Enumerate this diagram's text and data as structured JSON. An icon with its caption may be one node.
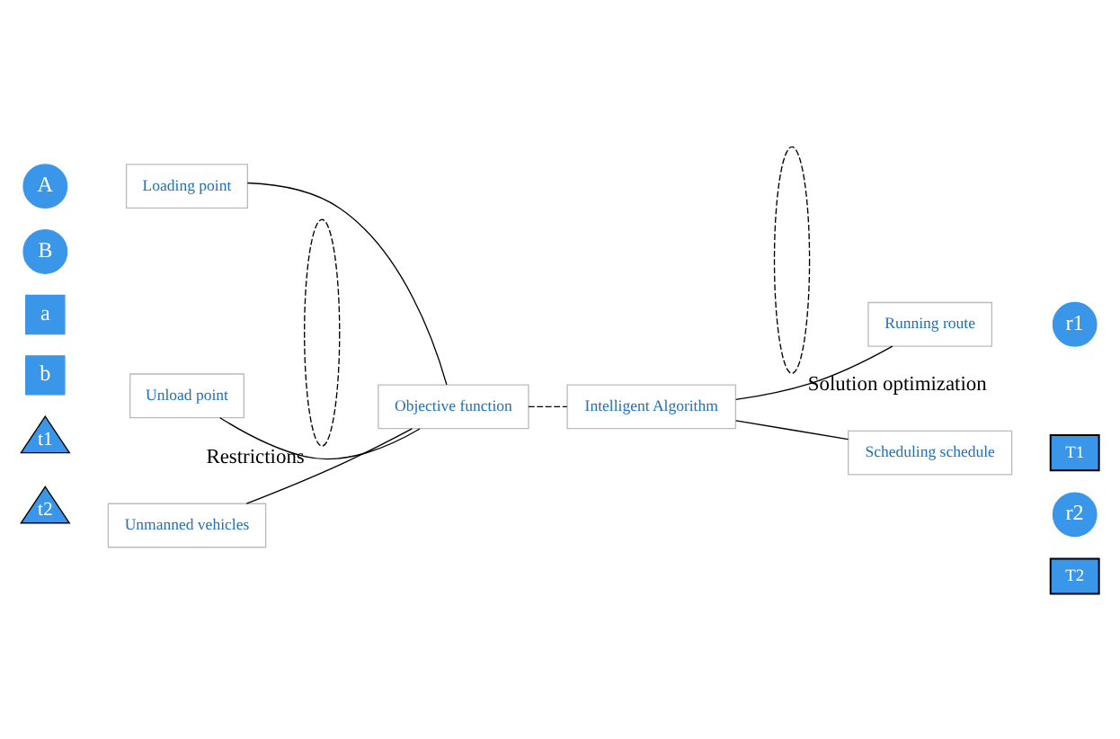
{
  "diagram": {
    "nodes": [
      {
        "text": [
          "A"
        ]
      },
      {
        "text": [
          "B"
        ]
      },
      {
        "text": [
          "a"
        ]
      },
      {
        "text": [
          "b"
        ]
      },
      {
        "text": [
          "t1"
        ]
      },
      {
        "text": [
          "t2"
        ]
      },
      {
        "text": [
          "Loading point"
        ]
      },
      {
        "text": [
          "Unload point"
        ]
      },
      {
        "text": [
          "Unmanned vehicles"
        ]
      },
      {
        "text": [],
        "shape": "ellipse",
        "beside": [
          "Restrictions"
        ]
      },
      {
        "text": [
          "Objective function"
        ]
      },
      {
        "text": [
          "Intelligent Algorithm"
        ]
      },
      {
        "text": [],
        "shape": "ellipse",
        "beside": [
          "Solution optimization"
        ]
      },
      {
        "text": [
          "Running route"
        ]
      },
      {
        "text": [
          "Scheduling schedule"
        ]
      },
      {
        "text": [
          "r1"
        ]
      },
      {
        "text": [
          "r2"
        ]
      },
      {
        "text": [
          "T1"
        ]
      },
      {
        "text": [
          "T2"
        ]
      }
    ],
    "edges": [
      {
        "from": 6,
        "to": 10,
        "arrow": "none"
      },
      {
        "from": 7,
        "to": 10,
        "arrow": "none"
      },
      {
        "from": 8,
        "to": 10,
        "arrow": "none"
      },
      {
        "from": 10,
        "to": 11,
        "arrow": "none",
        "style": "dashed"
      },
      {
        "from": 11,
        "to": 13,
        "arrow": "none"
      },
      {
        "from": 11,
        "to": 14,
        "arrow": "none"
      }
    ]
  }
}
